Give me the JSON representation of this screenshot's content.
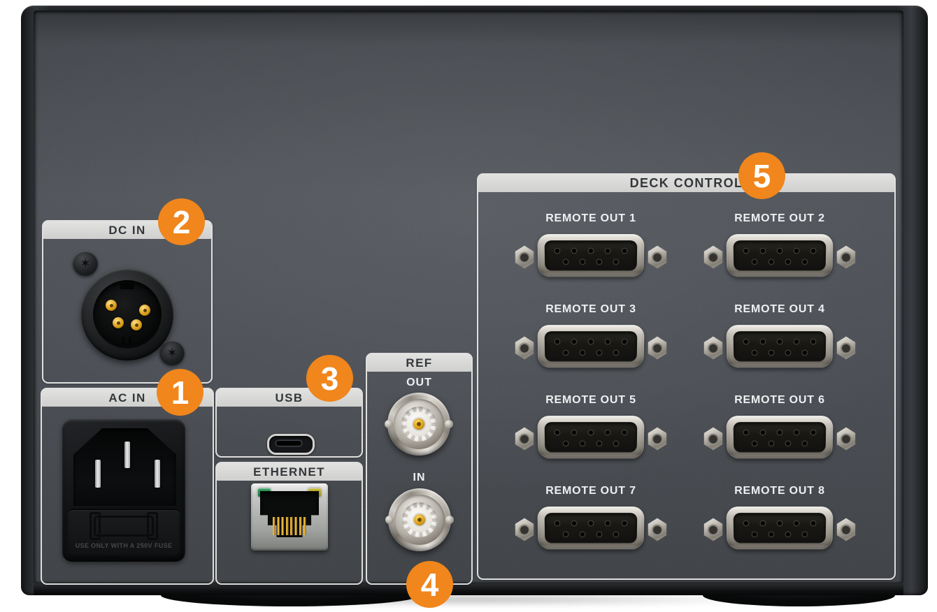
{
  "device": {
    "panel_color": "#4B4F54",
    "accent_color": "#F0861C",
    "label_bar_color": "#D7D7D6"
  },
  "sections": {
    "dc_in": {
      "label": "DC IN"
    },
    "ac_in": {
      "label": "AC IN",
      "fuse_text": "USE ONLY WITH A 250V FUSE"
    },
    "usb": {
      "label": "USB"
    },
    "ethernet": {
      "label": "ETHERNET"
    },
    "ref": {
      "label": "REF",
      "out_label": "OUT",
      "in_label": "IN"
    },
    "deck_control": {
      "label": "DECK CONTROL",
      "ports": [
        {
          "label": "REMOTE OUT 1"
        },
        {
          "label": "REMOTE OUT 2"
        },
        {
          "label": "REMOTE OUT 3"
        },
        {
          "label": "REMOTE OUT 4"
        },
        {
          "label": "REMOTE OUT 5"
        },
        {
          "label": "REMOTE OUT 6"
        },
        {
          "label": "REMOTE OUT 7"
        },
        {
          "label": "REMOTE OUT 8"
        }
      ]
    }
  },
  "callouts": [
    "1",
    "2",
    "3",
    "4",
    "5"
  ]
}
